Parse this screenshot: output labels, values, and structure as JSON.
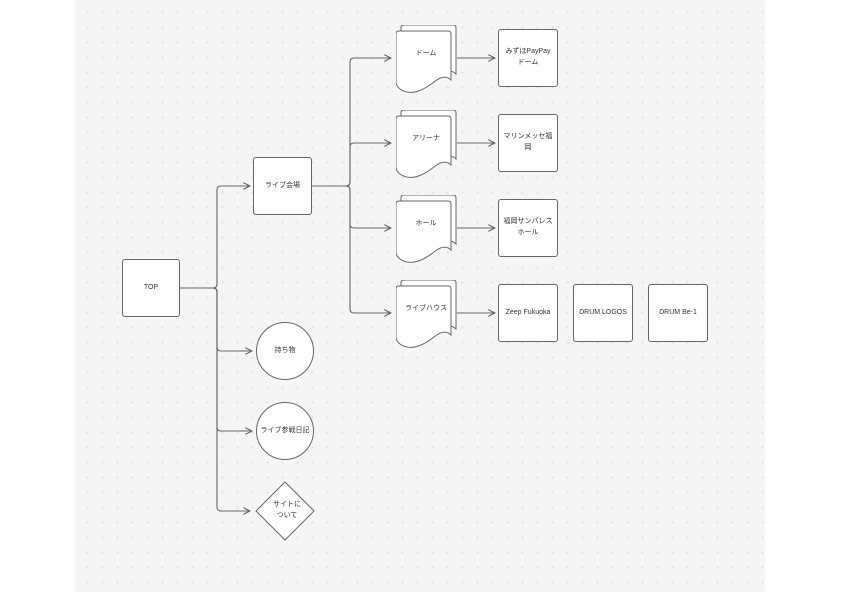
{
  "diagram": {
    "type": "sitemap-flowchart",
    "colors": {
      "stroke": "#666666",
      "node_fill": "#ffffff",
      "canvas_bg": "#f5f5f5",
      "page_bg": "#ffffff",
      "grid_dot": "#e1e1e1",
      "text": "#333333"
    },
    "nodes": {
      "top": {
        "label": "TOP",
        "shape": "rectangle"
      },
      "live_venue": {
        "label": "ライブ会場",
        "shape": "rectangle"
      },
      "belongings": {
        "label": "持ち物",
        "shape": "circle"
      },
      "live_diary": {
        "label": "ライブ参戦日記",
        "shape": "circle"
      },
      "about_site": {
        "label": "サイトに\nついて",
        "shape": "diamond"
      },
      "dome": {
        "label": "ドーム",
        "shape": "multi-document"
      },
      "arena": {
        "label": "アリーナ",
        "shape": "multi-document"
      },
      "hall": {
        "label": "ホール",
        "shape": "multi-document"
      },
      "live_house": {
        "label": "ライブハウス",
        "shape": "multi-document"
      },
      "mizuho_paypay_dome": {
        "label": "みずほPayPay\nドーム",
        "shape": "rectangle"
      },
      "marine_messe_fukuoka": {
        "label": "マリンメッセ福岡",
        "shape": "rectangle"
      },
      "fukuoka_sunpalace_hall": {
        "label": "福岡サンパレス\nホール",
        "shape": "rectangle"
      },
      "zepp_fukuoka": {
        "label": "Zeep Fukuoka",
        "shape": "rectangle"
      },
      "drum_logos": {
        "label": "DRUM LOGOS",
        "shape": "rectangle"
      },
      "drum_be1": {
        "label": "DRUM Be-1",
        "shape": "rectangle"
      }
    },
    "edges": [
      {
        "from": "top",
        "to": "live_venue"
      },
      {
        "from": "top",
        "to": "belongings"
      },
      {
        "from": "top",
        "to": "live_diary"
      },
      {
        "from": "top",
        "to": "about_site"
      },
      {
        "from": "live_venue",
        "to": "dome"
      },
      {
        "from": "live_venue",
        "to": "arena"
      },
      {
        "from": "live_venue",
        "to": "hall"
      },
      {
        "from": "live_venue",
        "to": "live_house"
      },
      {
        "from": "dome",
        "to": "mizuho_paypay_dome"
      },
      {
        "from": "arena",
        "to": "marine_messe_fukuoka"
      },
      {
        "from": "hall",
        "to": "fukuoka_sunpalace_hall"
      },
      {
        "from": "live_house",
        "to": "zepp_fukuoka"
      }
    ]
  }
}
